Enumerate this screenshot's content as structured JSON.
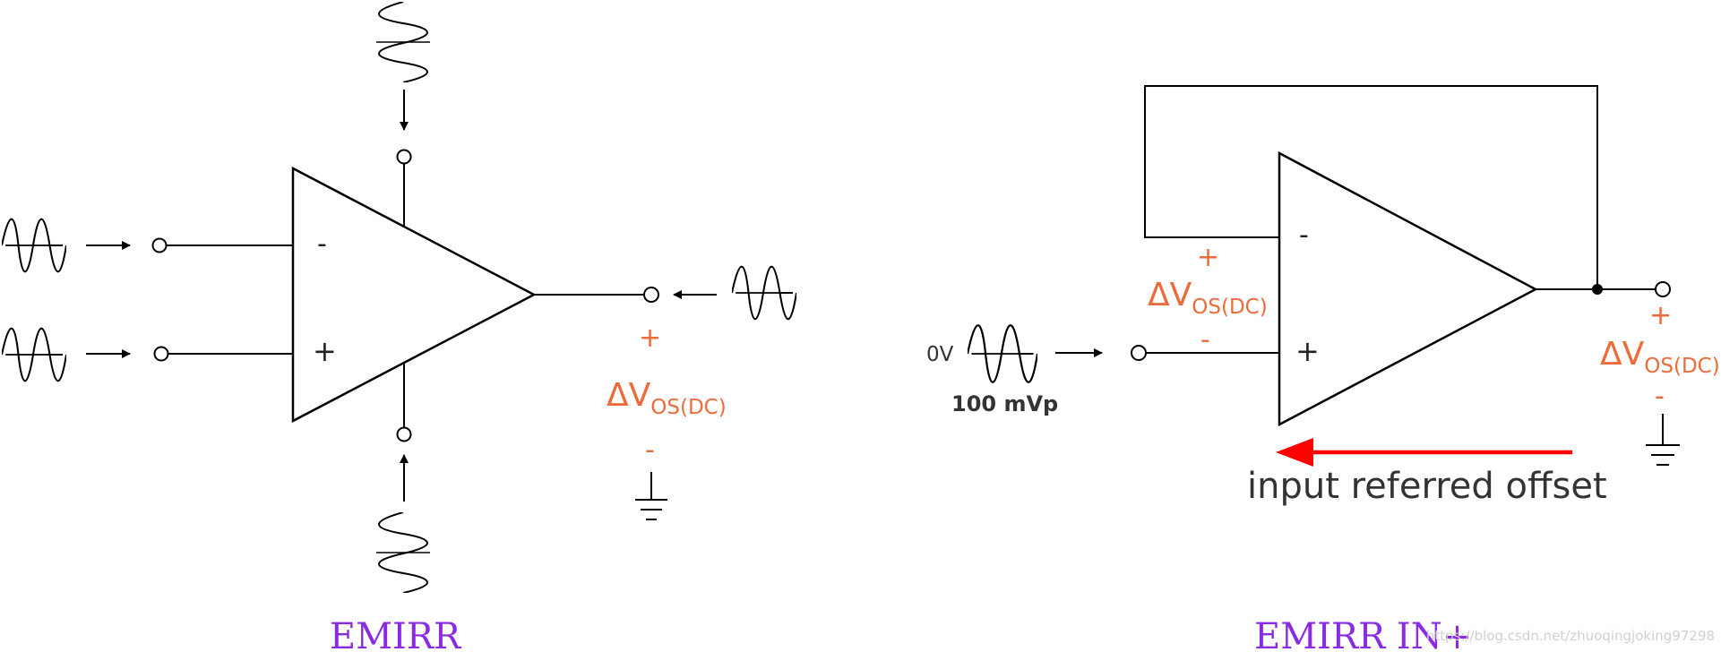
{
  "left_diagram": {
    "minus_sign": "-",
    "plus_sign": "+",
    "output_plus": "+",
    "output_delta": "ΔV",
    "output_sub": "OS(DC)",
    "output_minus": "-",
    "caption": "EMIRR"
  },
  "right_diagram": {
    "minus_sign": "-",
    "plus_sign": "+",
    "fb_plus": "+",
    "fb_delta": "ΔV",
    "fb_sub": "OS(DC)",
    "fb_minus": "-",
    "source_dc_label": "0V",
    "source_amp_label": "100 mVp",
    "output_plus": "+",
    "output_delta": "ΔV",
    "output_sub": "OS(DC)",
    "output_minus": "-",
    "arrow_label": "input referred offset",
    "caption": "EMIRR IN+"
  },
  "watermark": "https://blog.csdn.net/zhuoqingjoking97298",
  "colors": {
    "accent_orange": "#ec6b3a",
    "caption_purple": "#8a2be2",
    "arrow_red": "#ff0000"
  }
}
